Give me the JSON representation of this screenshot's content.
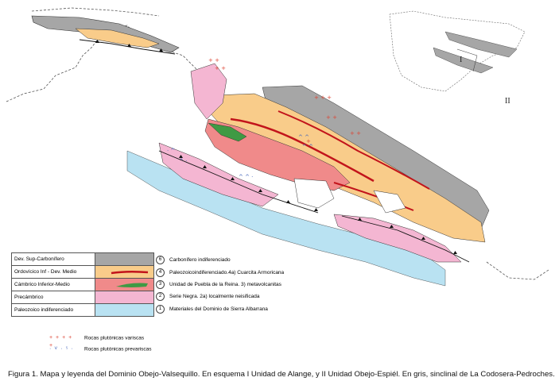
{
  "legend": {
    "rows": [
      {
        "label": "Dev. Sup-Carbonífero",
        "color": "#a6a6a6"
      },
      {
        "label": "Ordovícico Inf - Dev. Medio",
        "color": "#f9cc8a"
      },
      {
        "label": "Cámbrico Inferior-Medio",
        "color": "#f08a8a"
      },
      {
        "label": "Precámbrico",
        "color": "#f4b6d2"
      },
      {
        "label": "Paleozoico indiferenciado",
        "color": "#b9e2f2"
      }
    ],
    "units": [
      {
        "num": "6",
        "text": "Carbonífero indiferenciado"
      },
      {
        "num": "4",
        "text": "Paleozoicoindiferenciado.4a) Cuarcita Armoricana"
      },
      {
        "num": "3",
        "text": "Unidad de Puebla de la Reina. 3) metavolcanitas"
      },
      {
        "num": "2",
        "text": "Serie Negra. 2a) localmente neisificada"
      },
      {
        "num": "1",
        "text": "Materiales del Dominio de Sierra Albarrana"
      }
    ],
    "plutonic": [
      {
        "text": "Rocas plutónicas variscas",
        "symbol": "+ + + + +"
      },
      {
        "text": "Rocas plutónicas prevariscas",
        "symbol": "· ˅ · ⁵ ·"
      }
    ]
  },
  "inset": {
    "labels": [
      "I",
      "II"
    ]
  },
  "caption": "Figura 1. Mapa y leyenda del Dominio Obejo-Valsequillo. En esquema I Unidad de Alange, y II Unidad Obejo-Espiél. En gris, sinclinal de La Codosera-Pedroches.",
  "colors": {
    "gray": "#a6a6a6",
    "orange": "#f9cc8a",
    "red": "#f08a8a",
    "pink": "#f4b6d2",
    "blue": "#b9e2f2",
    "green": "#3f9a44",
    "armoricana": "#c2141b"
  }
}
